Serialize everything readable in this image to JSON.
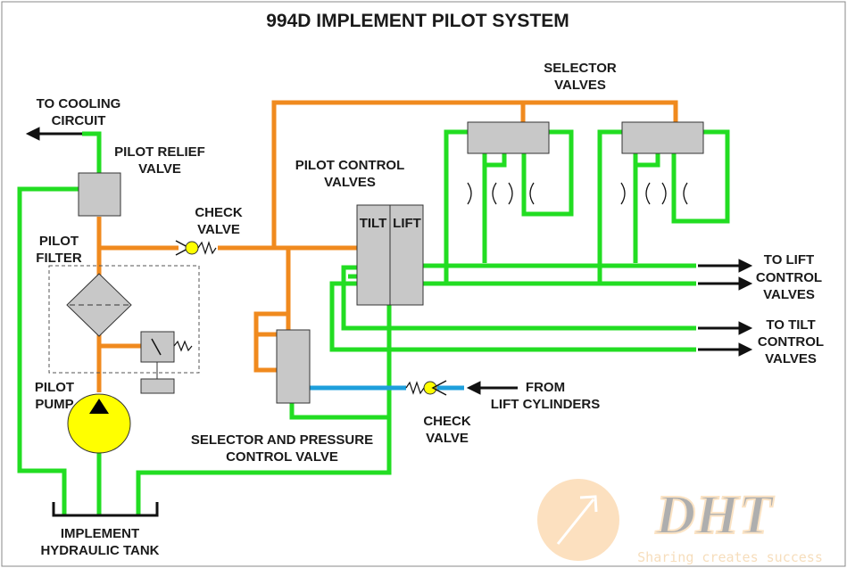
{
  "title": "994D IMPLEMENT PILOT SYSTEM",
  "labels": {
    "to_cooling": [
      "TO COOLING",
      "CIRCUIT"
    ],
    "pilot_relief": [
      "PILOT RELIEF",
      "VALVE"
    ],
    "check_valve_top": [
      "CHECK",
      "VALVE"
    ],
    "pilot_filter": [
      "PILOT",
      "FILTER"
    ],
    "pilot_pump": [
      "PILOT",
      "PUMP"
    ],
    "tank": [
      "IMPLEMENT",
      "HYDRAULIC TANK"
    ],
    "pilot_control": [
      "PILOT CONTROL",
      "VALVES"
    ],
    "tilt": "TILT",
    "lift": "LIFT",
    "selector_valves": [
      "SELECTOR",
      "VALVES"
    ],
    "to_lift": [
      "TO LIFT",
      "CONTROL",
      "VALVES"
    ],
    "to_tilt": [
      "TO TILT",
      "CONTROL",
      "VALVES"
    ],
    "from_lift": [
      "FROM",
      "LIFT CYLINDERS"
    ],
    "check_valve_bottom": [
      "CHECK",
      "VALVE"
    ],
    "selector_pressure": [
      "SELECTOR AND PRESSURE",
      "CONTROL VALVE"
    ]
  },
  "watermark": {
    "logo": "DHT",
    "tagline": "Sharing creates success"
  },
  "colors": {
    "supply": "#f08a1e",
    "return": "#22dd22",
    "lift_signal": "#1e9fdc",
    "pump": "#ffff00",
    "component": "#c8c8c8"
  }
}
